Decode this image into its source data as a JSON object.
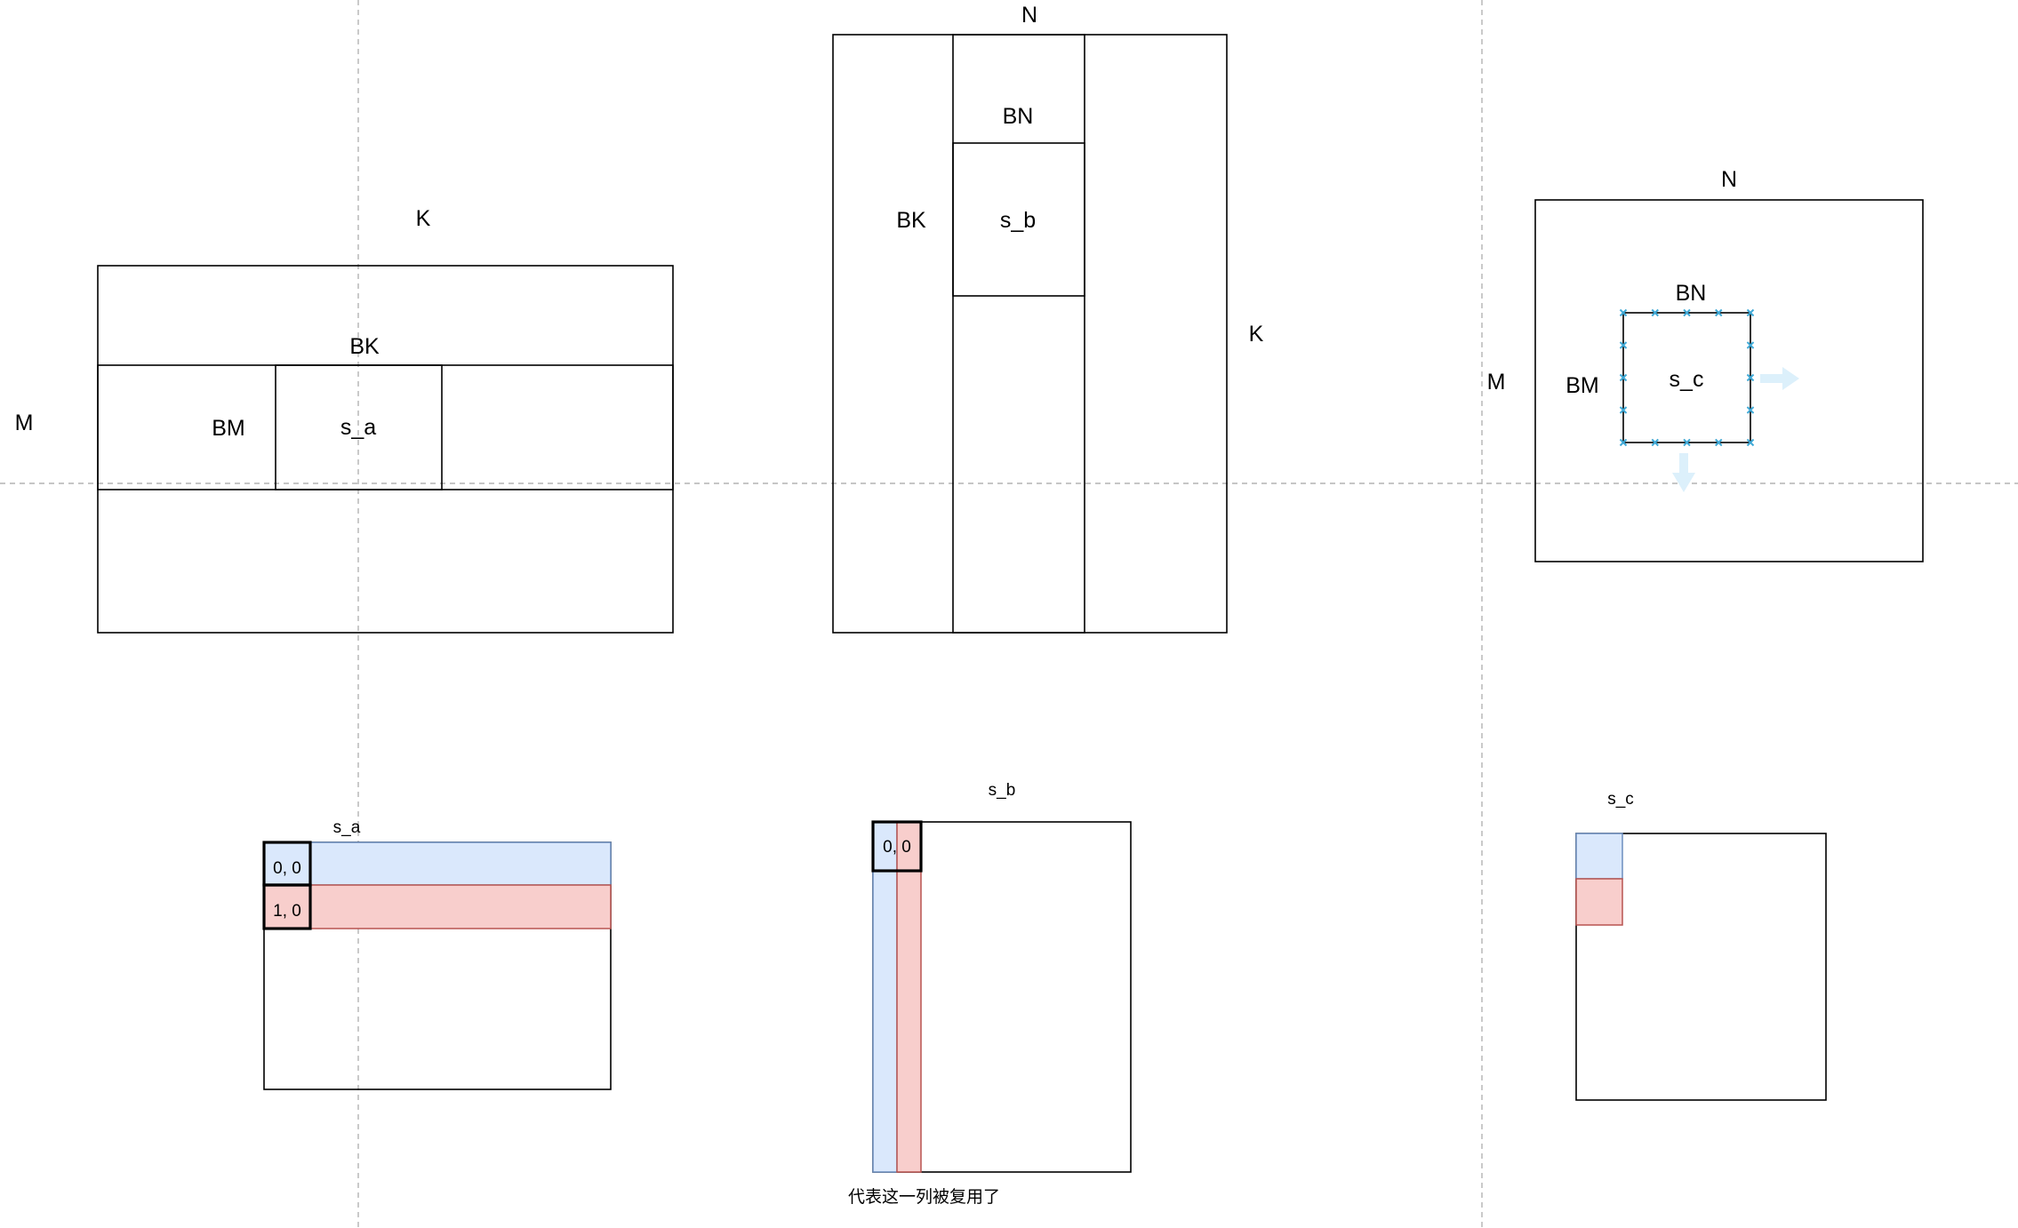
{
  "matrix_a": {
    "dim_top": "K",
    "dim_left": "M",
    "tile_k": "BK",
    "tile_m": "BM",
    "tile_name": "s_a"
  },
  "matrix_b": {
    "dim_top": "N",
    "dim_right": "K",
    "tile_n": "BN",
    "tile_k": "BK",
    "tile_name": "s_b"
  },
  "matrix_c": {
    "dim_top": "N",
    "dim_left": "M",
    "tile_n": "BN",
    "tile_m": "BM",
    "tile_name": "s_c"
  },
  "smem_a": {
    "title": "s_a",
    "cell_row0": "0, 0",
    "cell_row1": "1, 0"
  },
  "smem_b": {
    "title": "s_b",
    "cell": "0, 0",
    "caption": "代表这一列被复用了"
  },
  "smem_c": {
    "title": "s_c"
  },
  "colors": {
    "blue_fill": "#dae8fc",
    "blue_stroke": "#6c8ebf",
    "red_fill": "#f8cecc",
    "red_stroke": "#b85450",
    "marker": "#3fa9d6",
    "guide": "#b3b3b3"
  }
}
